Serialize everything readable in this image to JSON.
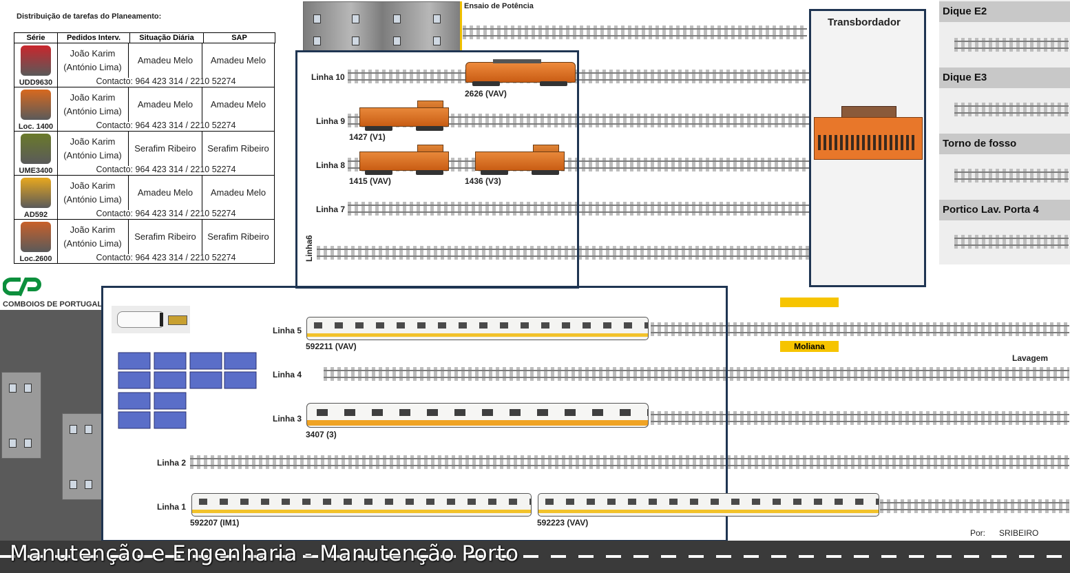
{
  "planning": {
    "title": "Distribuição de tarefas do Planeamento:",
    "headers": [
      "Série",
      "Pedidos Interv.",
      "Situação Diária",
      "SAP"
    ],
    "rows": [
      {
        "series": "UDD9630",
        "pedidos_1": "João Karim",
        "pedidos_2": "(António Lima)",
        "situacao": "Amadeu Melo",
        "sap": "Amadeu Melo",
        "contact": "Contacto: 964 423 314 / 2210 52274"
      },
      {
        "series": "Loc. 1400",
        "pedidos_1": "João Karim",
        "pedidos_2": "(António Lima)",
        "situacao": "Amadeu Melo",
        "sap": "Amadeu Melo",
        "contact": "Contacto: 964 423 314 / 2210 52274"
      },
      {
        "series": "UME3400",
        "pedidos_1": "João Karim",
        "pedidos_2": "(António Lima)",
        "situacao": "Serafim Ribeiro",
        "sap": "Serafim Ribeiro",
        "contact": "Contacto: 964 423 314 / 2210 52274"
      },
      {
        "series": "AD592",
        "pedidos_1": "João Karim",
        "pedidos_2": "(António Lima)",
        "situacao": "Amadeu Melo",
        "sap": "Amadeu Melo",
        "contact": "Contacto: 964 423 314 / 2210 52274"
      },
      {
        "series": "Loc.2600",
        "pedidos_1": "João Karim",
        "pedidos_2": "(António Lima)",
        "situacao": "Serafim Ribeiro",
        "sap": "Serafim Ribeiro",
        "contact": "Contacto: 964 423 314 / 2210 52274"
      }
    ]
  },
  "logo": {
    "text": "COMBOIOS DE PORTUGAL",
    "mark": "CP"
  },
  "tracks": {
    "ensaio": "Ensaio de Potência",
    "linha10": "Linha 10",
    "linha9": "Linha 9",
    "linha8": "Linha 8",
    "linha7": "Linha 7",
    "linha6": "Linha6",
    "linha5": "Linha 5",
    "linha4": "Linha 4",
    "linha3": "Linha 3",
    "linha2": "Linha 2",
    "linha1": "Linha 1"
  },
  "vehicles": {
    "v2626": "2626 (VAV)",
    "v1427": "1427 (V1)",
    "v1415": "1415 (VAV)",
    "v1436": "1436 (V3)",
    "v592211": "592211 (VAV)",
    "v3407": "3407 (3)",
    "v592207": "592207 (IM1)",
    "v592223": "592223 (VAV)"
  },
  "areas": {
    "transbordador": "Transbordador",
    "dique_e2": "Dique E2",
    "dique_e3": "Dique E3",
    "torno": "Torno de fosso",
    "portico": "Portico Lav. Porta 4",
    "moliana": "Moliana",
    "lavagem": "Lavagem"
  },
  "footer": {
    "title": "Manutenção e Engenharia - Manutenção Porto",
    "por_label": "Por:",
    "author": "SRIBEIRO"
  },
  "colors": {
    "frame": "#1f3552",
    "loco": "#d8691e",
    "moliana": "#f6c400"
  }
}
